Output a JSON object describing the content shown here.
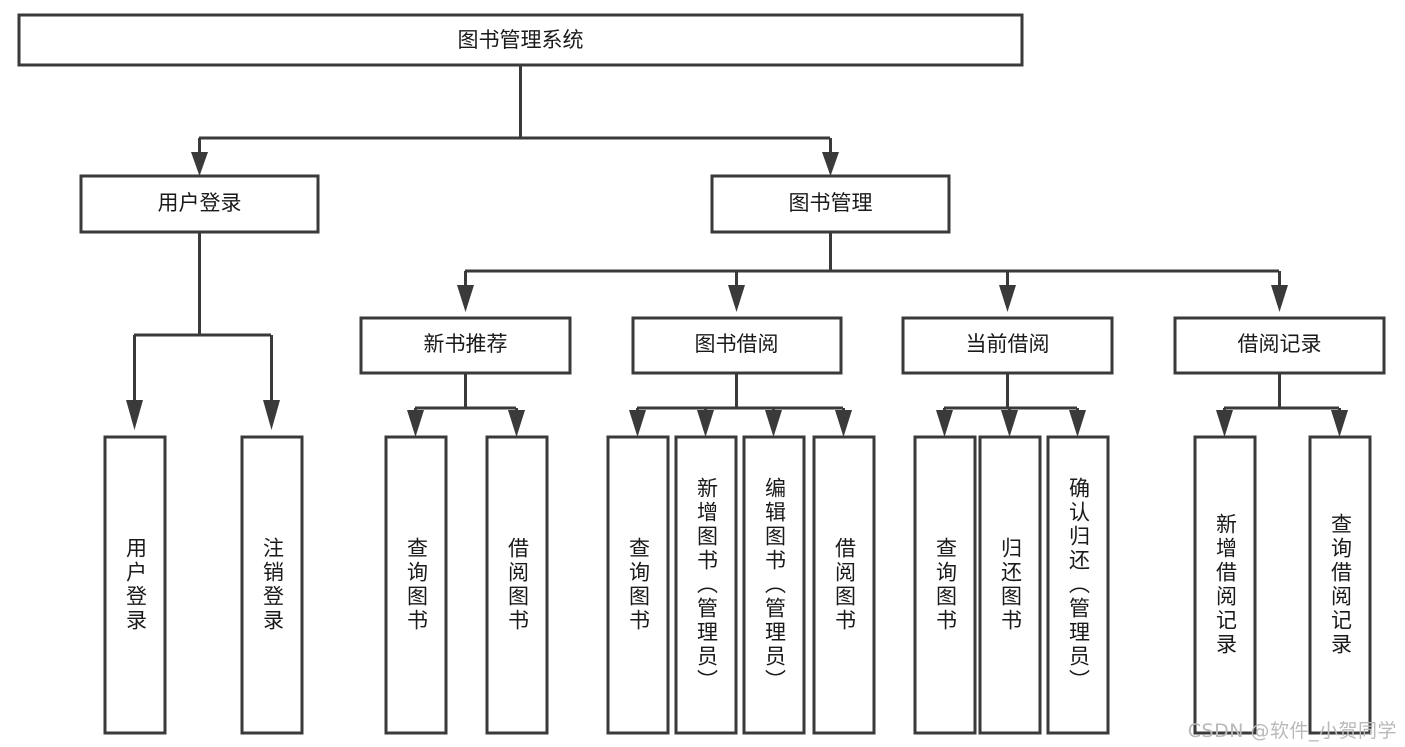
{
  "diagram": {
    "type": "tree-hierarchy",
    "title_node": {
      "id": "root",
      "label": "图书管理系统"
    },
    "level1": [
      {
        "id": "user-login",
        "label": "用户登录"
      },
      {
        "id": "book-manage",
        "label": "图书管理"
      }
    ],
    "level2": [
      {
        "id": "new-book-rec",
        "label": "新书推荐",
        "parent": "book-manage"
      },
      {
        "id": "book-borrow",
        "label": "图书借阅",
        "parent": "book-manage"
      },
      {
        "id": "current-borrow",
        "label": "当前借阅",
        "parent": "book-manage"
      },
      {
        "id": "borrow-record",
        "label": "借阅记录",
        "parent": "book-manage"
      }
    ],
    "leaves": {
      "user-login": [
        {
          "id": "leaf-user-login",
          "label": "用户登录"
        },
        {
          "id": "leaf-user-logout",
          "label": "注销登录"
        }
      ],
      "new-book-rec": [
        {
          "id": "leaf-query-book-1",
          "label": "查询图书"
        },
        {
          "id": "leaf-borrow-book-1",
          "label": "借阅图书"
        }
      ],
      "book-borrow": [
        {
          "id": "leaf-query-book-2",
          "label": "查询图书"
        },
        {
          "id": "leaf-add-book",
          "label": "新增图书（管理员）"
        },
        {
          "id": "leaf-edit-book",
          "label": "编辑图书（管理员）"
        },
        {
          "id": "leaf-borrow-book-2",
          "label": "借阅图书"
        }
      ],
      "current-borrow": [
        {
          "id": "leaf-query-book-3",
          "label": "查询图书"
        },
        {
          "id": "leaf-return-book",
          "label": "归还图书"
        },
        {
          "id": "leaf-confirm-return",
          "label": "确认归还（管理员）"
        }
      ],
      "borrow-record": [
        {
          "id": "leaf-add-record",
          "label": "新增借阅记录"
        },
        {
          "id": "leaf-query-record",
          "label": "查询借阅记录"
        }
      ]
    },
    "watermark": "CSDN @软件_小贺同学",
    "colors": {
      "background": "#ffffff",
      "box_fill": "#ffffff",
      "box_stroke": "#3a3a3a",
      "text": "#1a1a1a",
      "watermark": "#b9b9b9"
    }
  }
}
